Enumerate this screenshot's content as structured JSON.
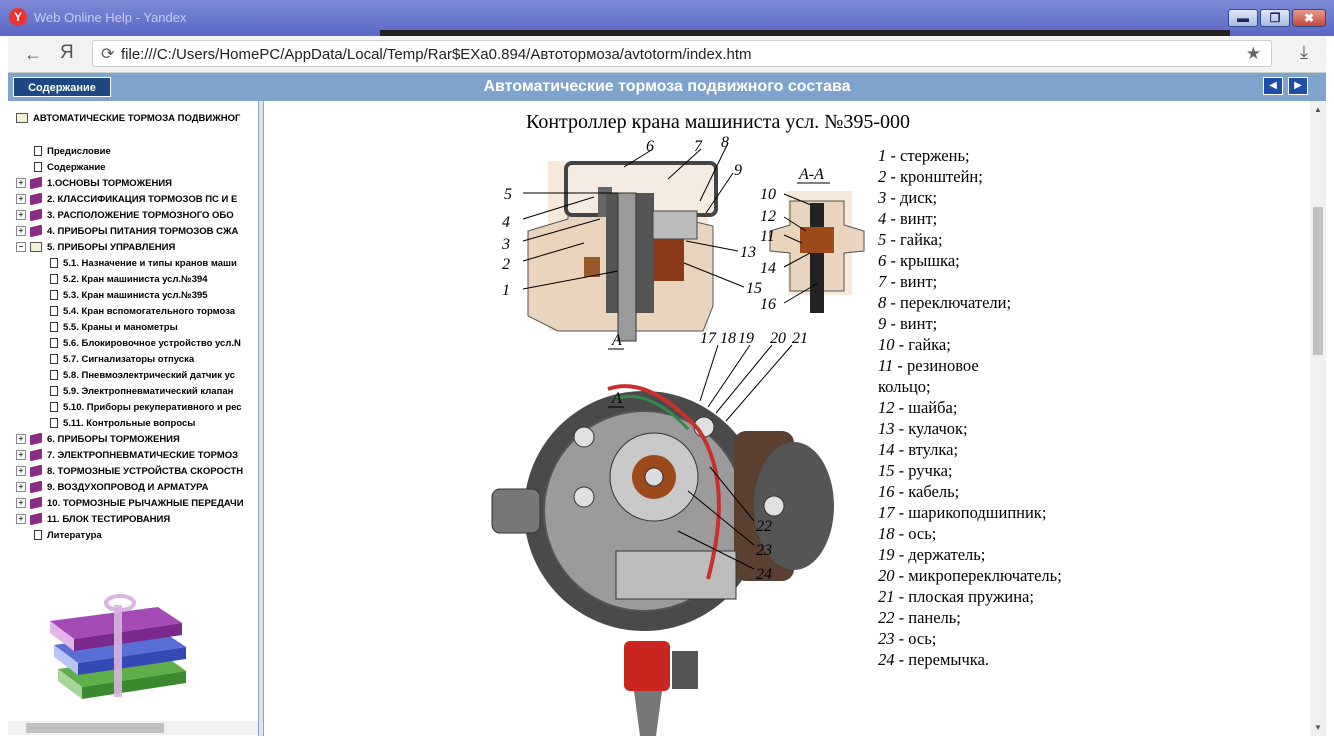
{
  "window": {
    "title": "Web Online Help - Yandex",
    "minimize": "▬",
    "maximize": "❐",
    "close": "✖"
  },
  "browser": {
    "brand": "Я",
    "url": "file:///C:/Users/HomePC/AppData/Local/Temp/Rar$EXa0.894/Автотормоза/avtotorm/index.htm"
  },
  "header": {
    "contents_button": "Содержание",
    "title": "Автоматические тормоза подвижного состава"
  },
  "sidebar": {
    "root": "АВТОМАТИЧЕСКИЕ ТОРМОЗА ПОДВИЖНОГ",
    "items": [
      {
        "label": "Предисловие",
        "type": "page"
      },
      {
        "label": "Содержание",
        "type": "page"
      },
      {
        "label": "1.ОСНОВЫ ТОРМОЖЕНИЯ",
        "type": "book"
      },
      {
        "label": "2. КЛАССИФИКАЦИЯ ТОРМОЗОВ ПС И Е",
        "type": "book"
      },
      {
        "label": "3. РАСПОЛОЖЕНИЕ ТОРМОЗНОГО ОБО",
        "type": "book"
      },
      {
        "label": "4. ПРИБОРЫ ПИТАНИЯ ТОРМОЗОВ СЖА",
        "type": "book"
      },
      {
        "label": "5. ПРИБОРЫ УПРАВЛЕНИЯ",
        "type": "open"
      },
      {
        "label": "5.1. Назначение и типы кранов маши",
        "type": "sub"
      },
      {
        "label": "5.2. Кран машиниста усл.№394",
        "type": "sub"
      },
      {
        "label": "5.3. Кран машиниста усл.№395",
        "type": "sub"
      },
      {
        "label": "5.4. Кран вспомогательного тормоза",
        "type": "sub"
      },
      {
        "label": "5.5. Краны и манометры",
        "type": "sub"
      },
      {
        "label": "5.6. Блокировочное устройство усл.N",
        "type": "sub"
      },
      {
        "label": "5.7. Сигнализаторы отпуска",
        "type": "sub"
      },
      {
        "label": "5.8. Пневмоэлектрический датчик ус",
        "type": "sub"
      },
      {
        "label": "5.9. Электропневматический клапан",
        "type": "sub"
      },
      {
        "label": "5.10. Приборы рекуперативного и рес",
        "type": "sub"
      },
      {
        "label": "5.11. Контрольные вопросы",
        "type": "sub"
      },
      {
        "label": "6. ПРИБОРЫ ТОРМОЖЕНИЯ",
        "type": "book"
      },
      {
        "label": "7. ЭЛЕКТРОПНЕВМАТИЧЕСКИЕ ТОРМОЗ",
        "type": "book"
      },
      {
        "label": "8. ТОРМОЗНЫЕ УСТРОЙСТВА СКОРОСТН",
        "type": "book"
      },
      {
        "label": "9. ВОЗДУХОПРОВОД И АРМАТУРА",
        "type": "book"
      },
      {
        "label": "10. ТОРМОЗНЫЕ РЫЧАЖНЫЕ ПЕРЕДАЧИ",
        "type": "book"
      },
      {
        "label": "11. БЛОК ТЕСТИРОВАНИЯ",
        "type": "book"
      },
      {
        "label": "Литература",
        "type": "page"
      }
    ]
  },
  "document": {
    "title": "Контроллер крана машиниста усл. №395-000",
    "section_label": "А-А",
    "section_mark": "А",
    "legend": [
      {
        "num": "1",
        "text": " - стержень;"
      },
      {
        "num": "2",
        "text": " - кронштейн;"
      },
      {
        "num": "3",
        "text": " - диск;"
      },
      {
        "num": "4",
        "text": " - винт;"
      },
      {
        "num": "5",
        "text": " - гайка;"
      },
      {
        "num": "6",
        "text": " - крышка;"
      },
      {
        "num": "7",
        "text": " - винт;"
      },
      {
        "num": "8",
        "text": " - переключатели;"
      },
      {
        "num": "9",
        "text": " - винт;"
      },
      {
        "num": "10",
        "text": " - гайка;"
      },
      {
        "num": "11",
        "text": " - резиновое"
      },
      {
        "num": "",
        "text": "кольцо;"
      },
      {
        "num": "12",
        "text": " - шайба;"
      },
      {
        "num": "13",
        "text": " - кулачок;"
      },
      {
        "num": "14",
        "text": " - втулка;"
      },
      {
        "num": "15",
        "text": " - ручка;"
      },
      {
        "num": "16",
        "text": " - кабель;"
      },
      {
        "num": "17",
        "text": " - шарикоподшипник;"
      },
      {
        "num": "18",
        "text": " - ось;"
      },
      {
        "num": "19",
        "text": " - держатель;"
      },
      {
        "num": "20",
        "text": " - микропереключатель;"
      },
      {
        "num": "21",
        "text": " - плоская пружина;"
      },
      {
        "num": "22",
        "text": " - панель;"
      },
      {
        "num": "23",
        "text": " - ось;"
      },
      {
        "num": "24",
        "text": " - перемычка."
      }
    ]
  }
}
